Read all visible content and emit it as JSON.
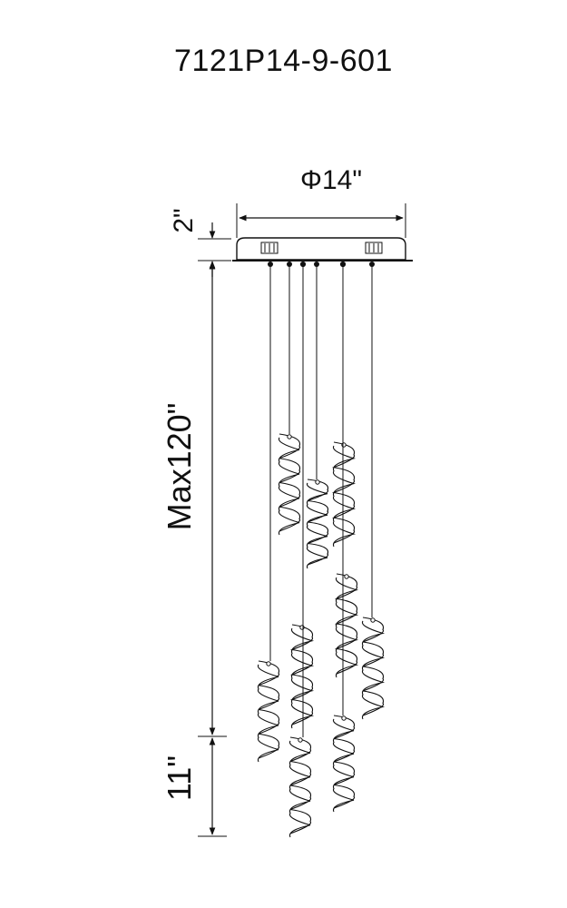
{
  "title": "7121P14-9-601",
  "dimensions": {
    "diameter": "Φ14\"",
    "canopy_height": "2\"",
    "max_length": "Max120\"",
    "pendant_length": "11\""
  },
  "pendant_count": 9
}
